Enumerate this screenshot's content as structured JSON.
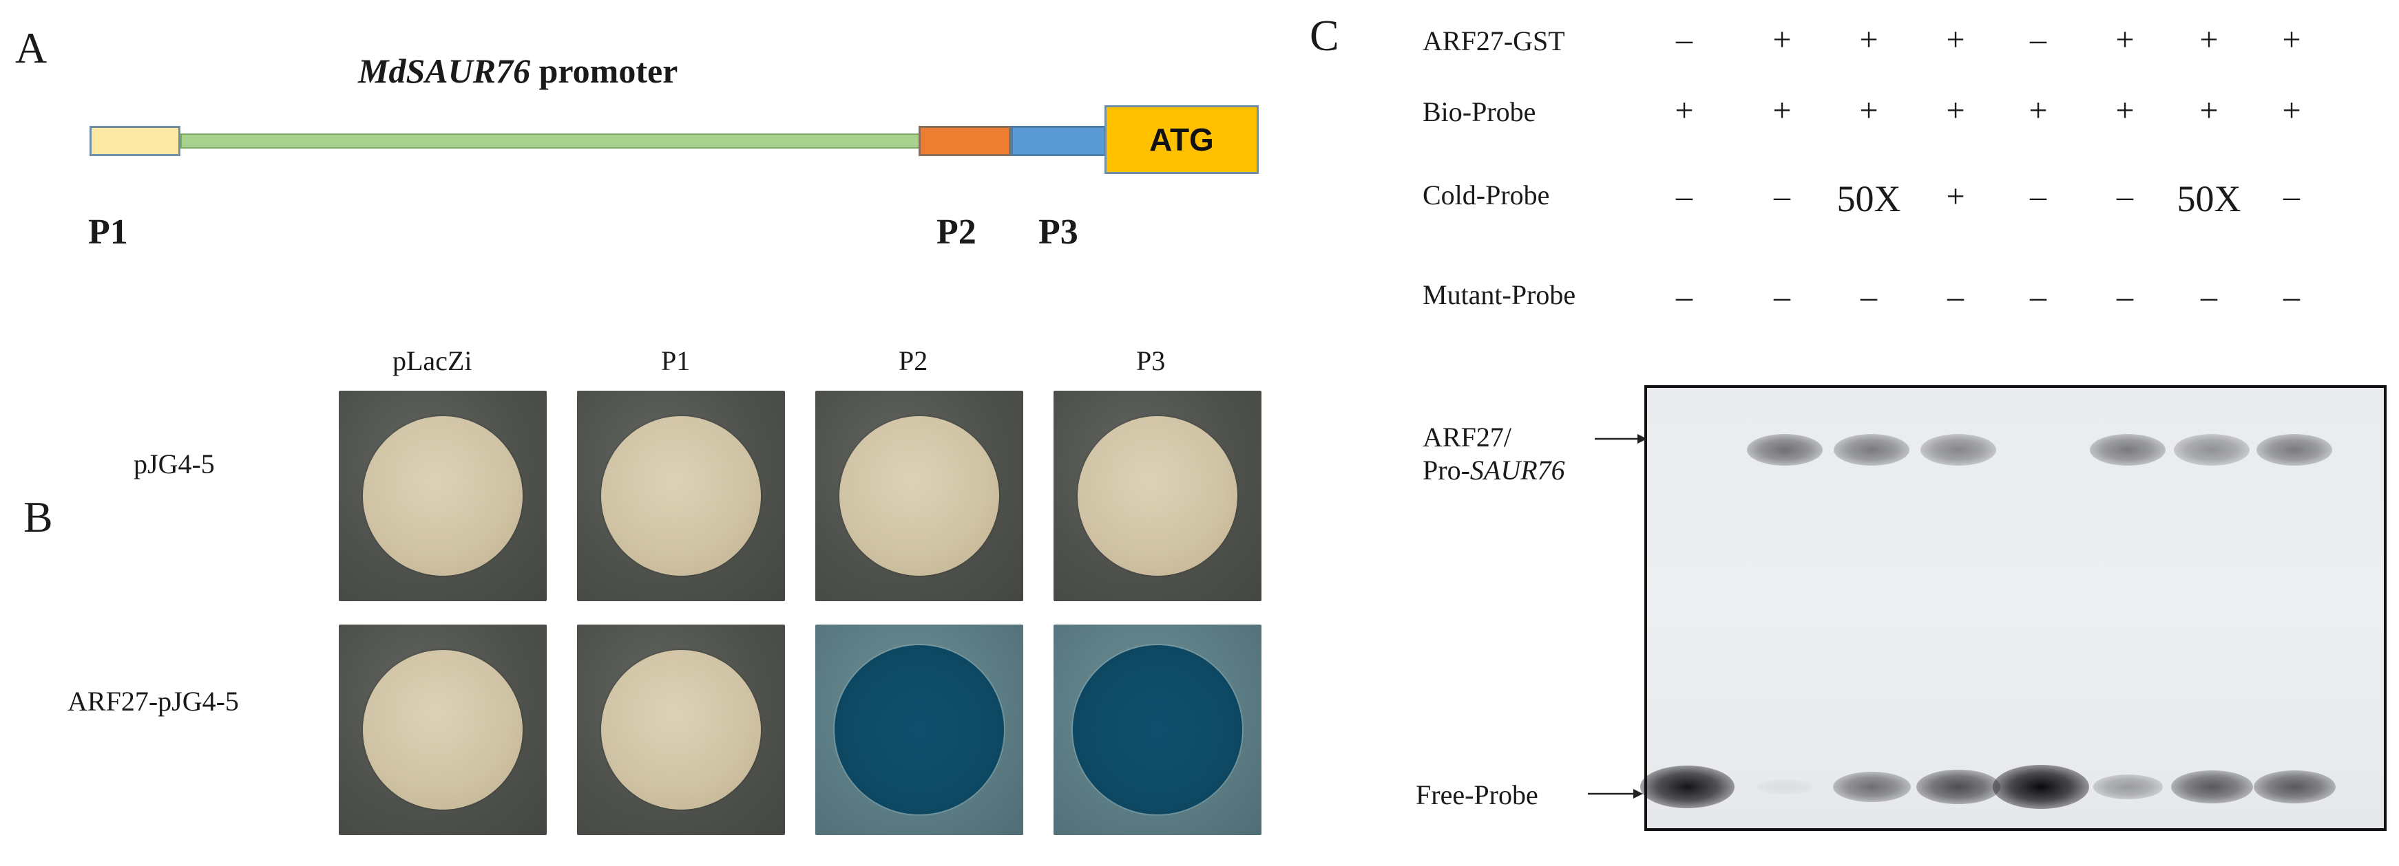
{
  "panels": {
    "a": {
      "letter": "A",
      "title_gene": "MdSAUR76",
      "title_rest": " promoter",
      "atg": "ATG",
      "labels": [
        "P1",
        "P2",
        "P3"
      ],
      "colors": {
        "p1": "#fde8a4",
        "line": "#a9d18e",
        "p2": "#ed7d31",
        "p3": "#5b9bd5",
        "atg": "#ffc000"
      }
    },
    "b": {
      "letter": "B",
      "columns": [
        "pLacZi",
        "P1",
        "P2",
        "P3"
      ],
      "rows": [
        "pJG4-5",
        "ARF27-pJG4-5"
      ],
      "colony_colors": [
        [
          "beige",
          "beige",
          "beige",
          "beige"
        ],
        [
          "beige",
          "beige",
          "blue",
          "blue"
        ]
      ]
    },
    "c": {
      "letter": "C",
      "rows": [
        {
          "label": "ARF27-GST",
          "values": [
            "–",
            "+",
            "+",
            "+",
            "–",
            "+",
            "+",
            "+"
          ]
        },
        {
          "label": "Bio-Probe",
          "values": [
            "+",
            "+",
            "+",
            "+",
            "+",
            "+",
            "+",
            "+"
          ]
        },
        {
          "label": "Cold-Probe",
          "values": [
            "–",
            "–",
            "50X",
            "+",
            "–",
            "–",
            "50X",
            "–"
          ]
        },
        {
          "label": "Mutant-Probe",
          "values": [
            "–",
            "–",
            "–",
            "–",
            "–",
            "–",
            "–",
            "–"
          ]
        }
      ],
      "gel": {
        "upper_label_line1": "ARF27/",
        "upper_label_prefix": "Pro-",
        "upper_label_gene": "SAUR76",
        "lower_label": "Free-Probe",
        "complex_band_intensity": [
          0,
          0.55,
          0.5,
          0.45,
          0,
          0.5,
          0.4,
          0.5
        ],
        "free_probe_intensity": [
          0.95,
          0.05,
          0.55,
          0.7,
          1.0,
          0.35,
          0.65,
          0.65
        ]
      }
    }
  }
}
